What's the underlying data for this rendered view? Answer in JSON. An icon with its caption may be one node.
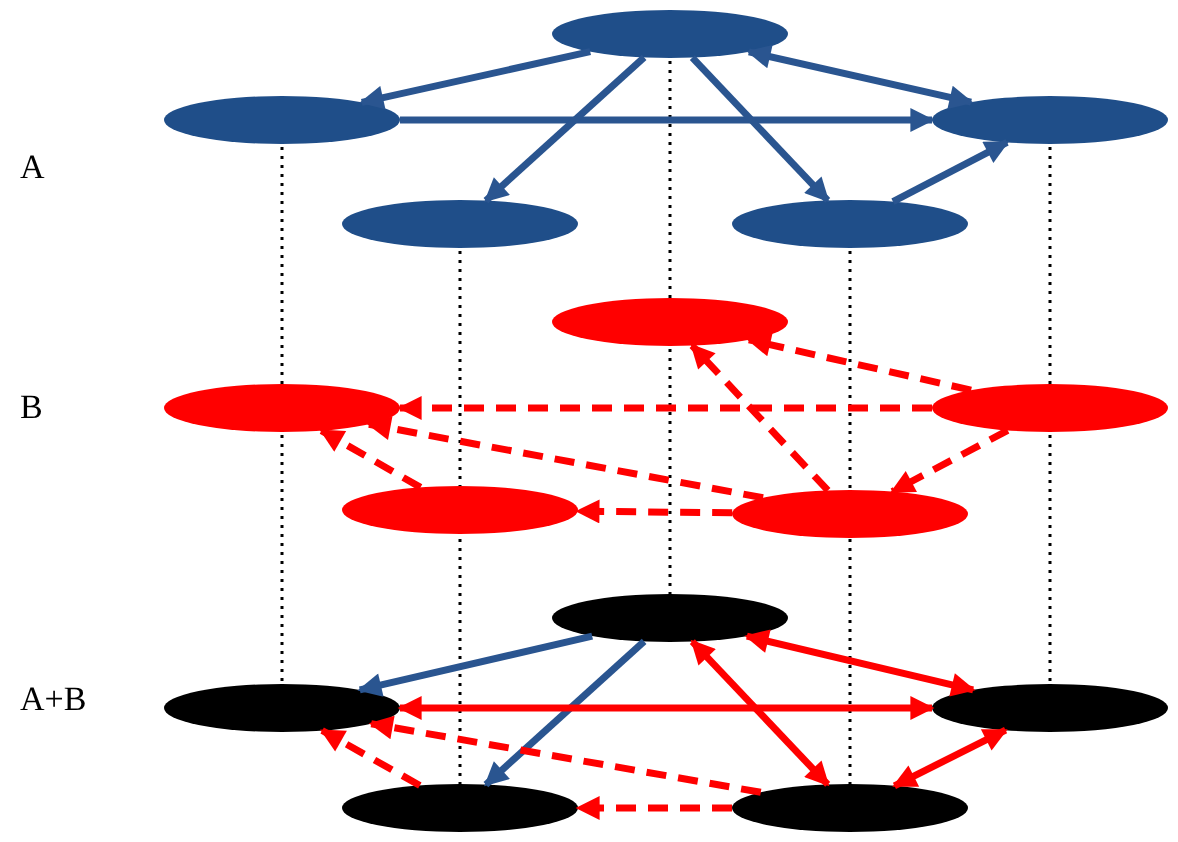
{
  "diagram": {
    "nodes": [
      {
        "text": [],
        "shape": "ellipse"
      },
      {
        "text": [],
        "shape": "ellipse"
      },
      {
        "text": [],
        "shape": "ellipse"
      },
      {
        "text": [],
        "shape": "ellipse"
      },
      {
        "text": [],
        "shape": "ellipse"
      },
      {
        "text": [],
        "shape": "ellipse"
      },
      {
        "text": [],
        "shape": "ellipse"
      },
      {
        "text": [],
        "shape": "ellipse"
      },
      {
        "text": [],
        "shape": "ellipse"
      },
      {
        "text": [],
        "shape": "ellipse"
      },
      {
        "text": [],
        "shape": "ellipse"
      },
      {
        "text": [],
        "shape": "ellipse"
      },
      {
        "text": [],
        "shape": "ellipse"
      },
      {
        "text": [],
        "shape": "ellipse"
      },
      {
        "text": [],
        "shape": "ellipse"
      }
    ],
    "edges": [
      {
        "from": 0,
        "to": 1,
        "arrow": "to",
        "color": "#2a5590"
      },
      {
        "from": 0,
        "to": 2,
        "arrow": "both",
        "color": "#2a5590"
      },
      {
        "from": 1,
        "to": 2,
        "arrow": "to",
        "color": "#2a5590"
      },
      {
        "from": 0,
        "to": 3,
        "arrow": "to",
        "color": "#2a5590"
      },
      {
        "from": 0,
        "to": 4,
        "arrow": "to",
        "color": "#2a5590"
      },
      {
        "from": 4,
        "to": 2,
        "arrow": "to",
        "color": "#2a5590"
      },
      {
        "from": 7,
        "to": 5,
        "arrow": "to",
        "style": "dashed",
        "color": "#ff0000"
      },
      {
        "from": 7,
        "to": 6,
        "arrow": "to",
        "style": "dashed",
        "color": "#ff0000"
      },
      {
        "from": 7,
        "to": 9,
        "arrow": "to",
        "style": "dashed",
        "color": "#ff0000"
      },
      {
        "from": 9,
        "to": 5,
        "arrow": "to",
        "style": "dashed",
        "color": "#ff0000"
      },
      {
        "from": 9,
        "to": 6,
        "arrow": "to",
        "style": "dashed",
        "color": "#ff0000"
      },
      {
        "from": 9,
        "to": 8,
        "arrow": "to",
        "style": "dashed",
        "color": "#ff0000"
      },
      {
        "from": 8,
        "to": 6,
        "arrow": "to",
        "style": "dashed",
        "color": "#ff0000"
      },
      {
        "from": 10,
        "to": 11,
        "arrow": "to",
        "color": "#2a5590"
      },
      {
        "from": 10,
        "to": 13,
        "arrow": "to",
        "color": "#2a5590"
      },
      {
        "from": 10,
        "to": 12,
        "arrow": "both",
        "color": "#ff0000"
      },
      {
        "from": 11,
        "to": 12,
        "arrow": "both",
        "color": "#ff0000"
      },
      {
        "from": 10,
        "to": 14,
        "arrow": "both",
        "color": "#ff0000"
      },
      {
        "from": 14,
        "to": 12,
        "arrow": "both",
        "color": "#ff0000"
      },
      {
        "from": 13,
        "to": 11,
        "arrow": "to",
        "style": "dashed",
        "color": "#ff0000"
      },
      {
        "from": 14,
        "to": 11,
        "arrow": "to",
        "style": "dashed",
        "color": "#ff0000"
      },
      {
        "from": 14,
        "to": 13,
        "arrow": "to",
        "style": "dashed",
        "color": "#ff0000"
      }
    ],
    "labels": [
      "A",
      "B",
      "A+B"
    ]
  }
}
